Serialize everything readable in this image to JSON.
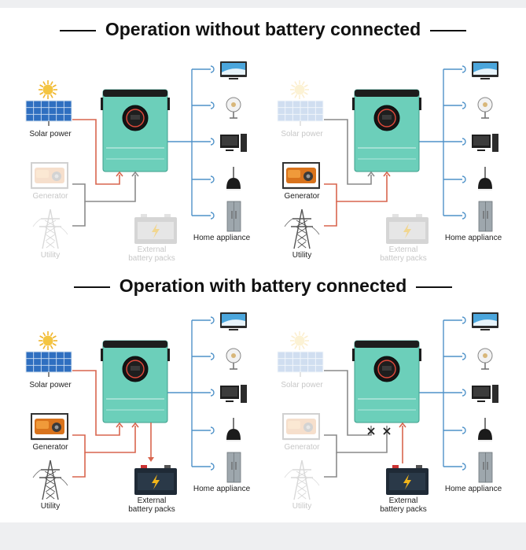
{
  "sections": {
    "without_battery_title": "Operation without battery connected",
    "with_battery_title": "Operation with battery connected"
  },
  "labels": {
    "solar": "Solar power",
    "generator": "Generator",
    "utility": "Utility",
    "external_line1": "External",
    "external_line2": "battery packs",
    "home": "Home appliance"
  },
  "panels": [
    {
      "id": "panel-1",
      "solar_active": true,
      "generator_active": false,
      "utility_active": false,
      "battery_active": false
    },
    {
      "id": "panel-2",
      "solar_active": false,
      "generator_active": true,
      "utility_active": true,
      "battery_active": false
    },
    {
      "id": "panel-3",
      "solar_active": true,
      "generator_active": true,
      "utility_active": true,
      "battery_active": true
    },
    {
      "id": "panel-4",
      "solar_active": false,
      "generator_active": false,
      "utility_active": false,
      "battery_active": true
    }
  ],
  "appliance_icons": [
    "tv-icon",
    "fan-icon",
    "computer-icon",
    "lamp-icon",
    "fridge-icon"
  ],
  "colors": {
    "inverter": "#6ccfba",
    "inverter_dark": "#3f9f8c",
    "line_gray": "#8a8a8a",
    "line_blue": "#4f92c9",
    "line_red": "#d8654e",
    "battery_active": "#1f2a36",
    "battery_faded": "#d5d5d5",
    "bolt": "#f2b51a"
  }
}
